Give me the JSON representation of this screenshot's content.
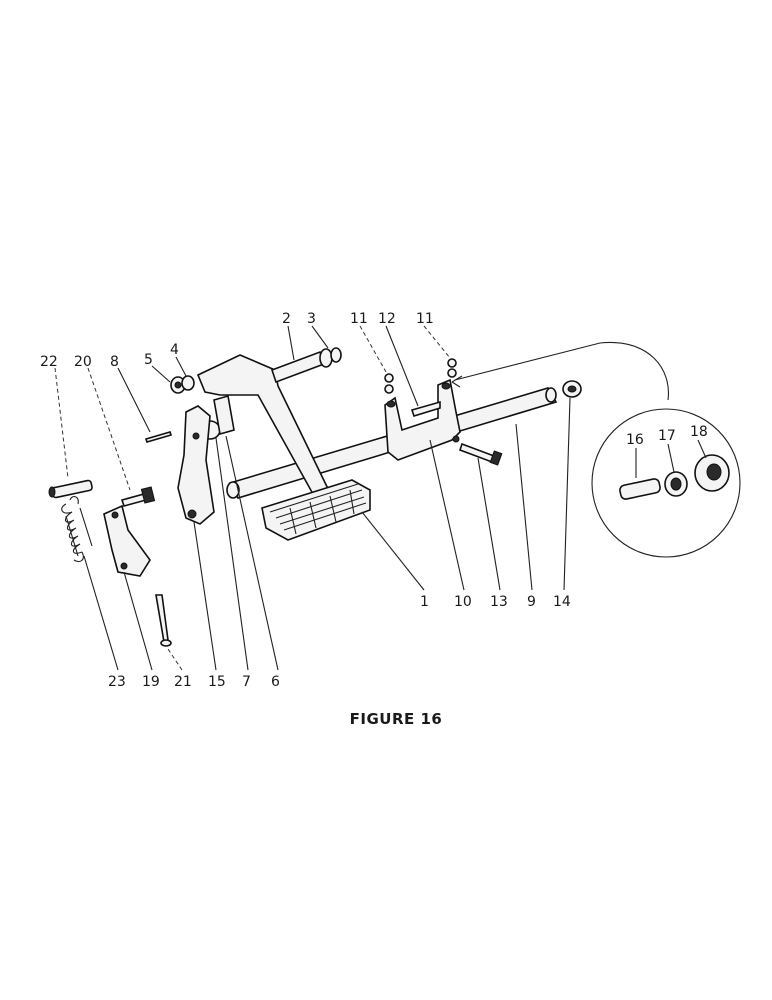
{
  "caption": "FIGURE 16",
  "labels": {
    "p1": "1",
    "p2": "2",
    "p3": "3",
    "p4": "4",
    "p5": "5",
    "p6": "6",
    "p7": "7",
    "p8": "8",
    "p9": "9",
    "p10": "10",
    "p11a": "11",
    "p11b": "11",
    "p12": "12",
    "p13": "13",
    "p14": "14",
    "p15": "15",
    "p16": "16",
    "p17": "17",
    "p18": "18",
    "p19": "19",
    "p20": "20",
    "p21": "21",
    "p22": "22",
    "p23": "23"
  }
}
